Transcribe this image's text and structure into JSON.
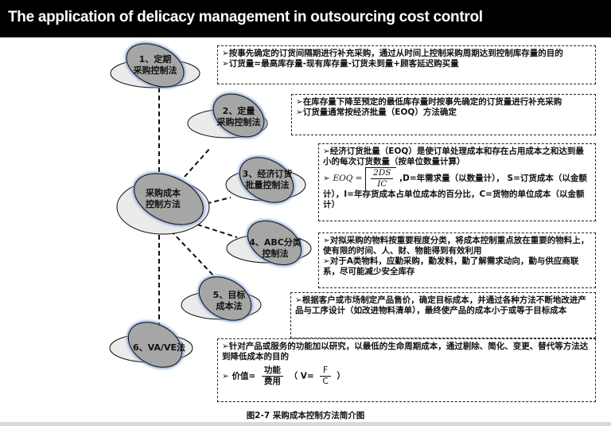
{
  "header": {
    "title": "The application of delicacy management in outsourcing cost control"
  },
  "center_node": {
    "label_line1": "采购成本",
    "label_line2": "控制方法"
  },
  "methods": [
    {
      "label_line1": "1、定期",
      "label_line2": "采购控制法",
      "desc": [
        "➢按事先确定的订货间隔期进行补充采购，通过从时间上控制采购周期达到控制库存量的目的",
        "➢订货量=最高库存量-现有库存量-订货未到量+顾客延迟购买量"
      ]
    },
    {
      "label_line1": "2、定量",
      "label_line2": "采购控制法",
      "desc": [
        "➢在库存量下降至预定的最低库存量时按事先确定的订货量进行补充采购",
        "➢订货量通常按经济批量（EOQ）方法确定"
      ]
    },
    {
      "label_line1": "3、经济订货",
      "label_line2": "批量控制法",
      "desc": [
        "➢经济订货批量（EOQ）是使订单处理成本和存在占用成本之和达到最小的每次订货数量（按单位数量计算）"
      ],
      "formula": {
        "lhs": "EOQ =",
        "numerator": "2DS",
        "denominator": "IC",
        "explanation": ",D=年需求量（以数量计）， S=订货成本（以金额计），I=年存货成本占单位成本的百分比，C=货物的单位成本（以金额计）"
      }
    },
    {
      "label_line1": "4、ABC分类",
      "label_line2": "控制法",
      "desc": [
        "➢对拟采购的物料按重要程度分类，将成本控制重点放在重要的物料上，使有限的时间、人、财、物能得到有效利用",
        "➢对于A类物料，应勤采购，勤发料，勤了解需求动向，勤与供应商联系，尽可能减少安全库存"
      ]
    },
    {
      "label_line1": "5、目标",
      "label_line2": "成本法",
      "desc": [
        "➢根据客户或市场制定产品售价，确定目标成本，并通过各种方法不断地改进产品与工序设计（如改进物料清单），最终使产品的成本小于或等于目标成本"
      ]
    },
    {
      "label_line1": "6、VA/VE法",
      "label_line2": "",
      "desc": [
        "➢针对产品或服务的功能加以研究，以最低的生命周期成本，通过剔除、简化、变更、替代等方法达到降低成本的目的"
      ],
      "formula": {
        "prefix": "➢  价值=",
        "numerator": "功能",
        "denominator": "费用",
        "mid": "（ V=",
        "numerator2": "F",
        "denominator2": "C",
        "suffix": "）"
      }
    }
  ],
  "caption": "图2-7 采购成本控制方法简介图",
  "colors": {
    "node_fill": "#a6a6a6",
    "node_glow": "#7fa0d8",
    "back_ellipse": "#ebebeb",
    "title_bg": "#000000"
  }
}
